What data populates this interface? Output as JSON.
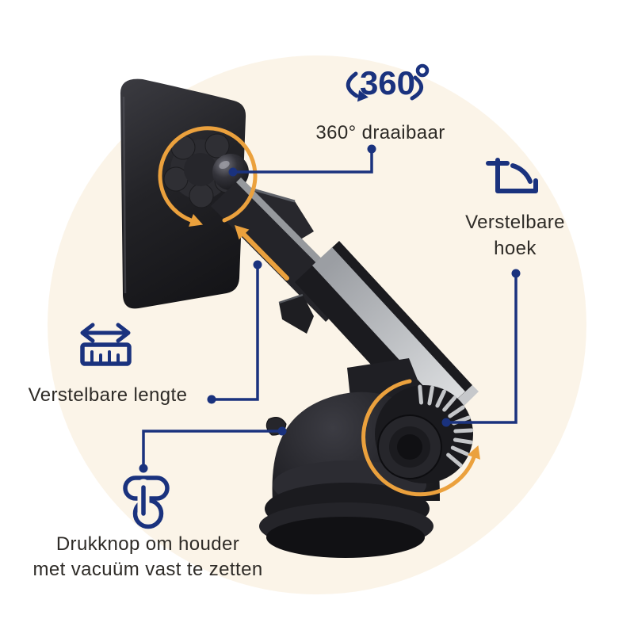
{
  "colors": {
    "background": "#FFFFFF",
    "circle": "#FBF4E8",
    "navy": "#1A327E",
    "orange": "#EBA13D",
    "text": "#2E2B27",
    "product_black": "#1C1C1F",
    "metal_gray": "#D6D8DA"
  },
  "annotations": {
    "rotation": {
      "label": "360° draaibaar",
      "icon_text": "360"
    },
    "angle": {
      "label": "Verstelbare\nhoek"
    },
    "length": {
      "label": "Verstelbare lengte"
    },
    "vacuum": {
      "label": "Drukknop om houder\nmet vacuüm vast te zetten"
    }
  }
}
